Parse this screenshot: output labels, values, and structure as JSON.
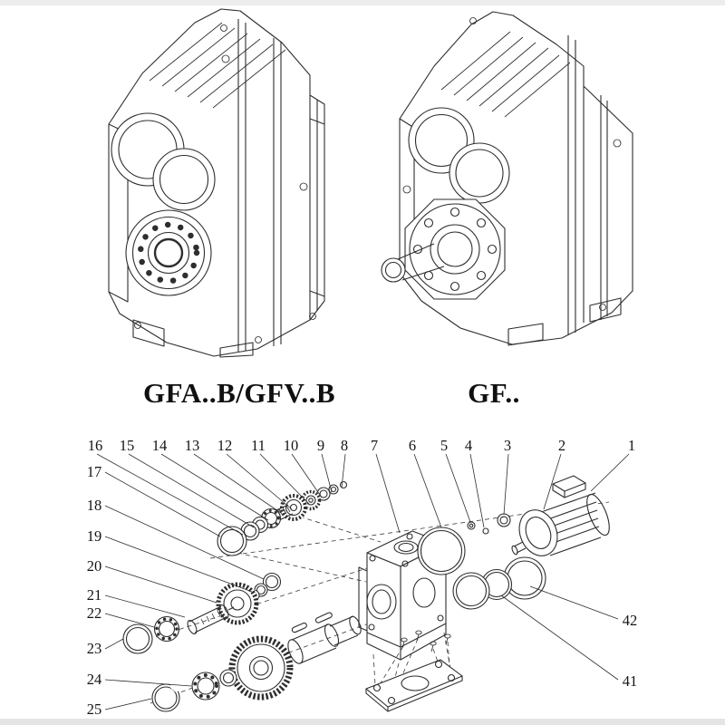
{
  "page": {
    "background": "#ffffff"
  },
  "products": [
    {
      "id": "gfab-gfvb",
      "label": "GFA..B/GFV..B"
    },
    {
      "id": "gf",
      "label": "GF.."
    }
  ],
  "exploded_view": {
    "callouts": {
      "top": [
        "16",
        "15",
        "14",
        "13",
        "12",
        "11",
        "10",
        "9",
        "8",
        "7",
        "6",
        "5",
        "4",
        "3",
        "2",
        "1"
      ],
      "left": [
        "17",
        "18",
        "19",
        "20",
        "21",
        "22",
        "23",
        "24",
        "25"
      ],
      "right": [
        "42",
        "41"
      ]
    }
  },
  "colors": {
    "line": "#2e2e2e",
    "text": "#141414",
    "page_edge": "#e8e8e8"
  }
}
